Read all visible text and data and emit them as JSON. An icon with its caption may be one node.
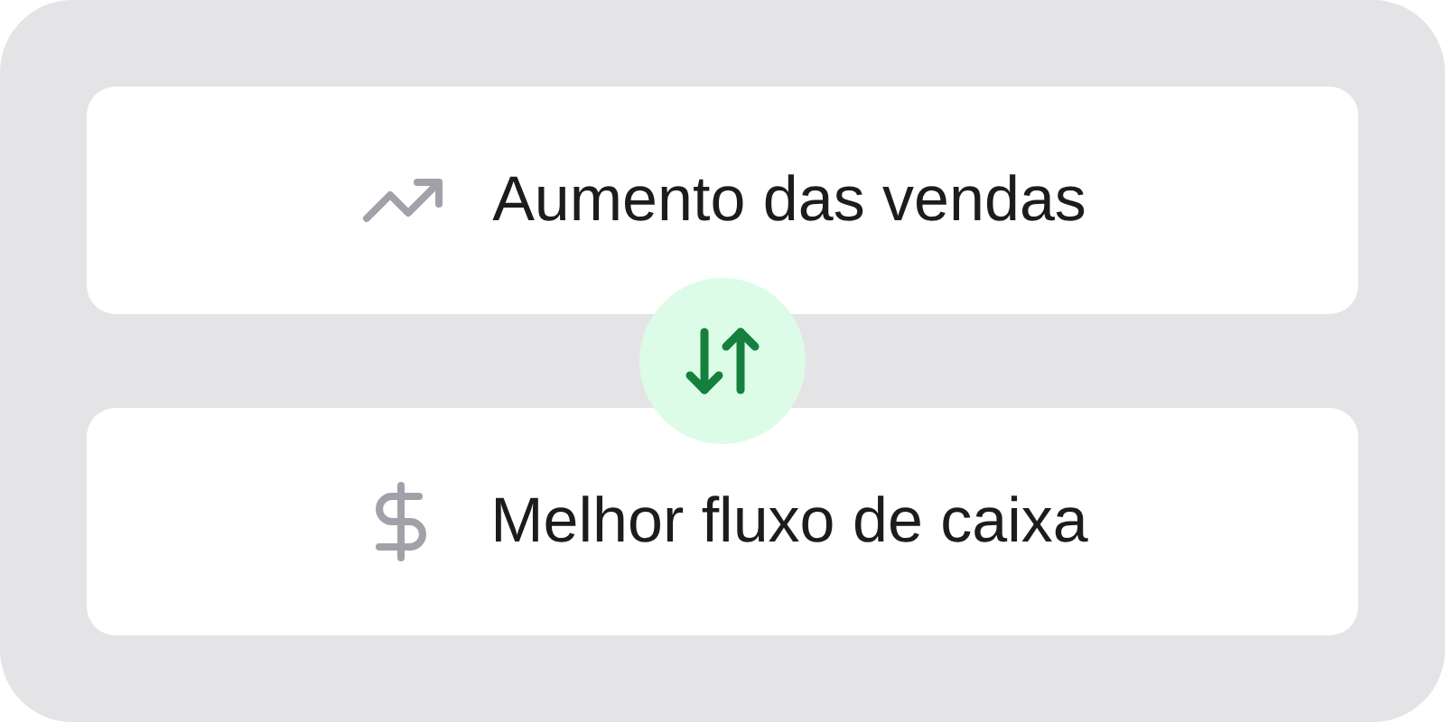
{
  "diagram": {
    "nodes": [
      {
        "text": [
          "Aumento das vendas"
        ]
      },
      {
        "text": [
          "Melhor fluxo de caixa"
        ]
      },
      {
        "text": [],
        "shape": "circle"
      }
    ]
  }
}
